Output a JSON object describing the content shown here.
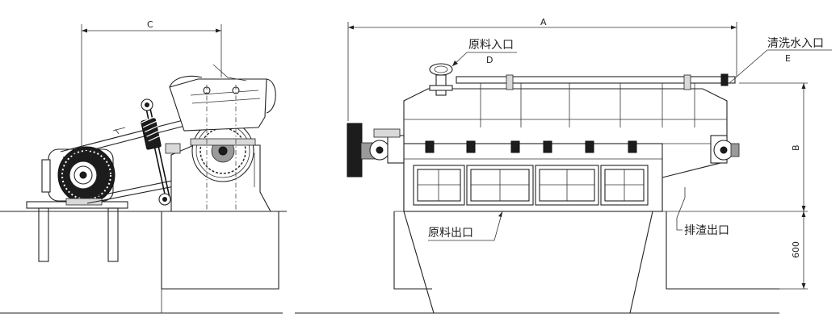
{
  "dimensions": {
    "a": "A",
    "b": "B",
    "c": "C",
    "d": "D",
    "e": "E",
    "height_600": "600"
  },
  "labels": {
    "raw_inlet": "原料入口",
    "wash_water_inlet": "清洗水入口",
    "raw_outlet": "原料出口",
    "residue_outlet": "排渣出口"
  }
}
